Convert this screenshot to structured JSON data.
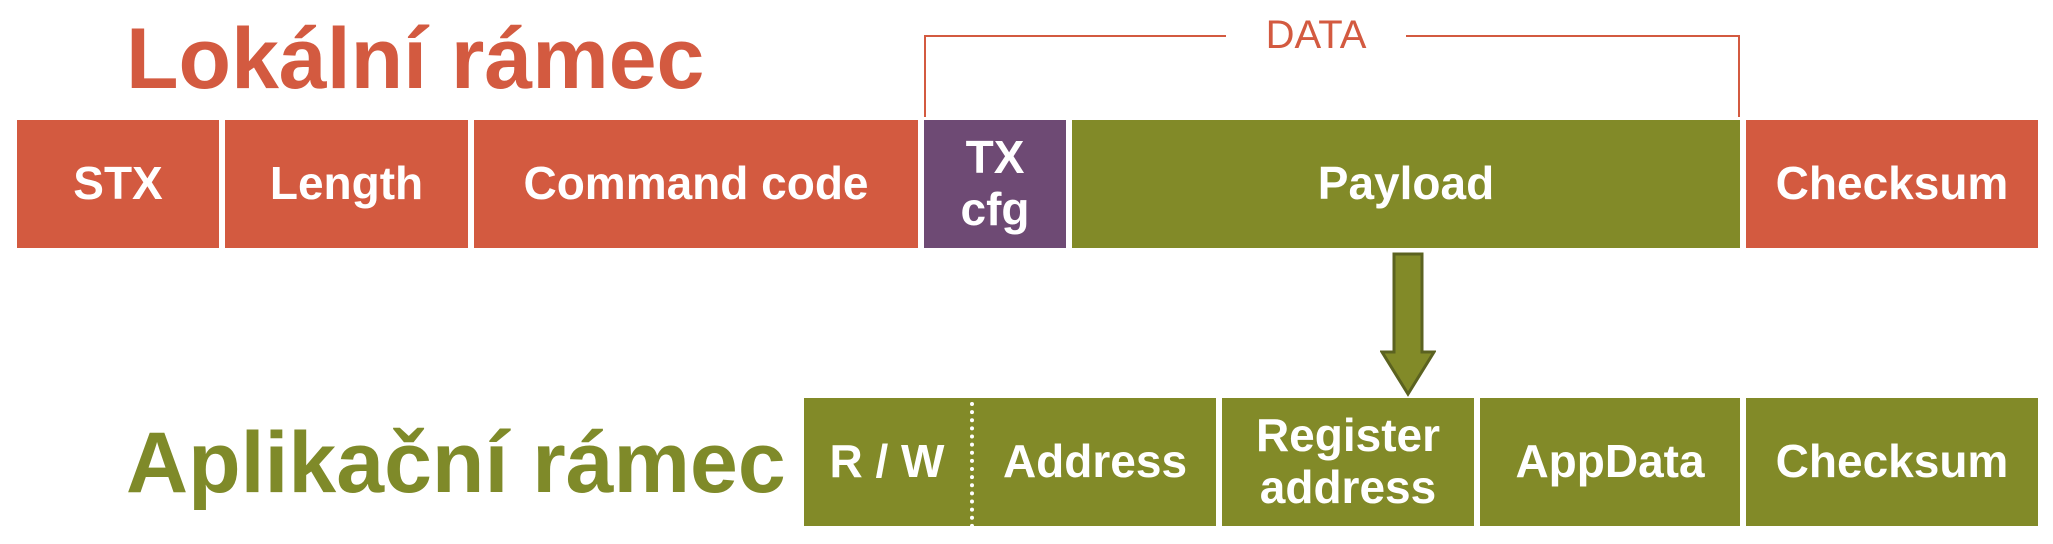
{
  "local_frame": {
    "title": "Lokální rámec",
    "data_bracket_label": "DATA",
    "fields": {
      "stx": "STX",
      "length": "Length",
      "command_code": "Command code",
      "tx_cfg": "TX\ncfg",
      "payload": "Payload",
      "checksum": "Checksum"
    }
  },
  "app_frame": {
    "title": "Aplikační rámec",
    "fields": {
      "rw": "R / W",
      "address": "Address",
      "register_address": "Register\naddress",
      "app_data": "AppData",
      "checksum": "Checksum"
    }
  },
  "colors": {
    "local": "#d35a40",
    "tx_cfg": "#6e4a74",
    "app": "#828a28"
  }
}
